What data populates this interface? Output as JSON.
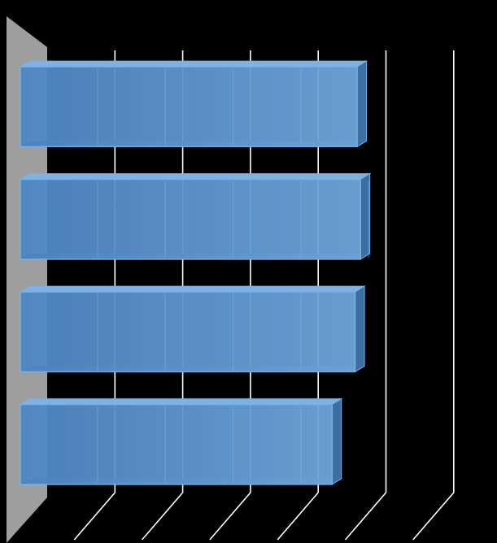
{
  "chart_data": {
    "type": "bar",
    "orientation": "horizontal",
    "style": "3d",
    "categories": [
      "",
      "",
      "",
      ""
    ],
    "values": [
      4.97,
      5.02,
      4.94,
      4.6
    ],
    "xlim": [
      0,
      6.5
    ],
    "xticks": [
      0,
      1,
      2,
      3,
      4,
      5,
      6
    ],
    "grid": true,
    "title": "",
    "xlabel": "",
    "ylabel": "",
    "colors": {
      "background": "#000000",
      "bar_front": "#4f86c2",
      "bar_front_light": "#6fa6da",
      "bar_edge": "#76b3ec",
      "bar_top": "#7eb2e2",
      "bar_side": "#3d6e9f",
      "bar_bottom": "#25486d",
      "gridline": "#ffffff",
      "back_wall": "#9e9e9e"
    }
  }
}
